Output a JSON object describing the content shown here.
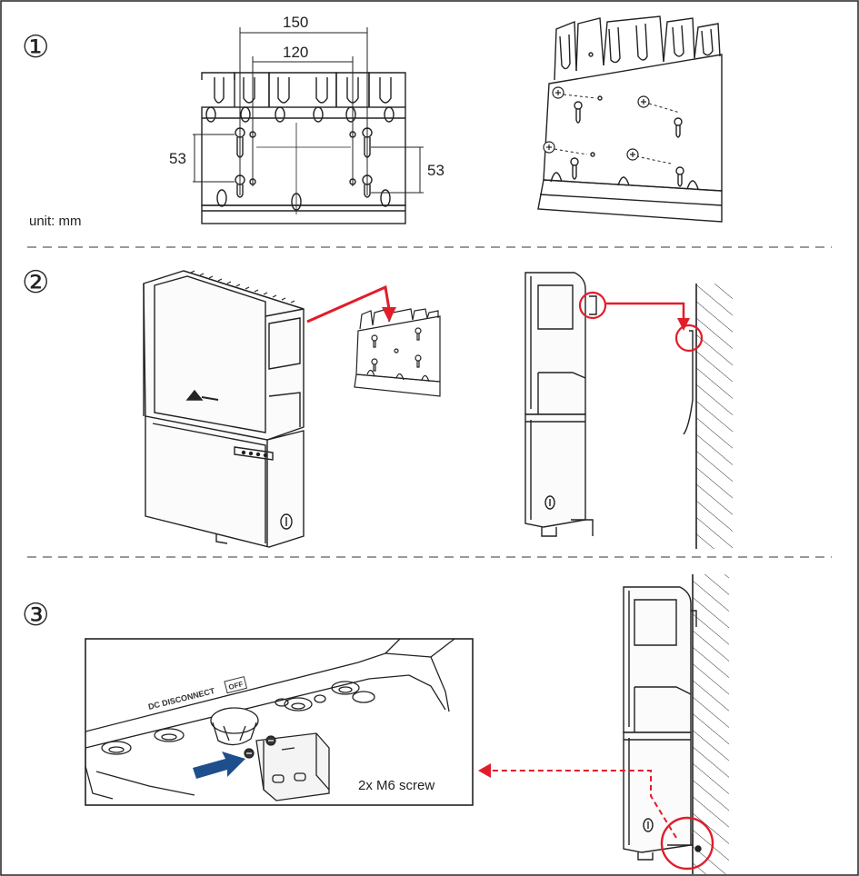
{
  "steps": [
    "①",
    "②",
    "③"
  ],
  "step1": {
    "dim_outer": "150",
    "dim_inner": "120",
    "dim_left": "53",
    "dim_right": "53",
    "unit_label": "unit: mm"
  },
  "step3": {
    "dc_label": "DC DISCONNECT",
    "off_label": "OFF",
    "screw_label": "2x M6 screw"
  },
  "colors": {
    "red_arrow": "#e11d2a",
    "blue_arrow": "#1f4e8c",
    "line": "#222222",
    "divider": "#9a9a9a"
  }
}
